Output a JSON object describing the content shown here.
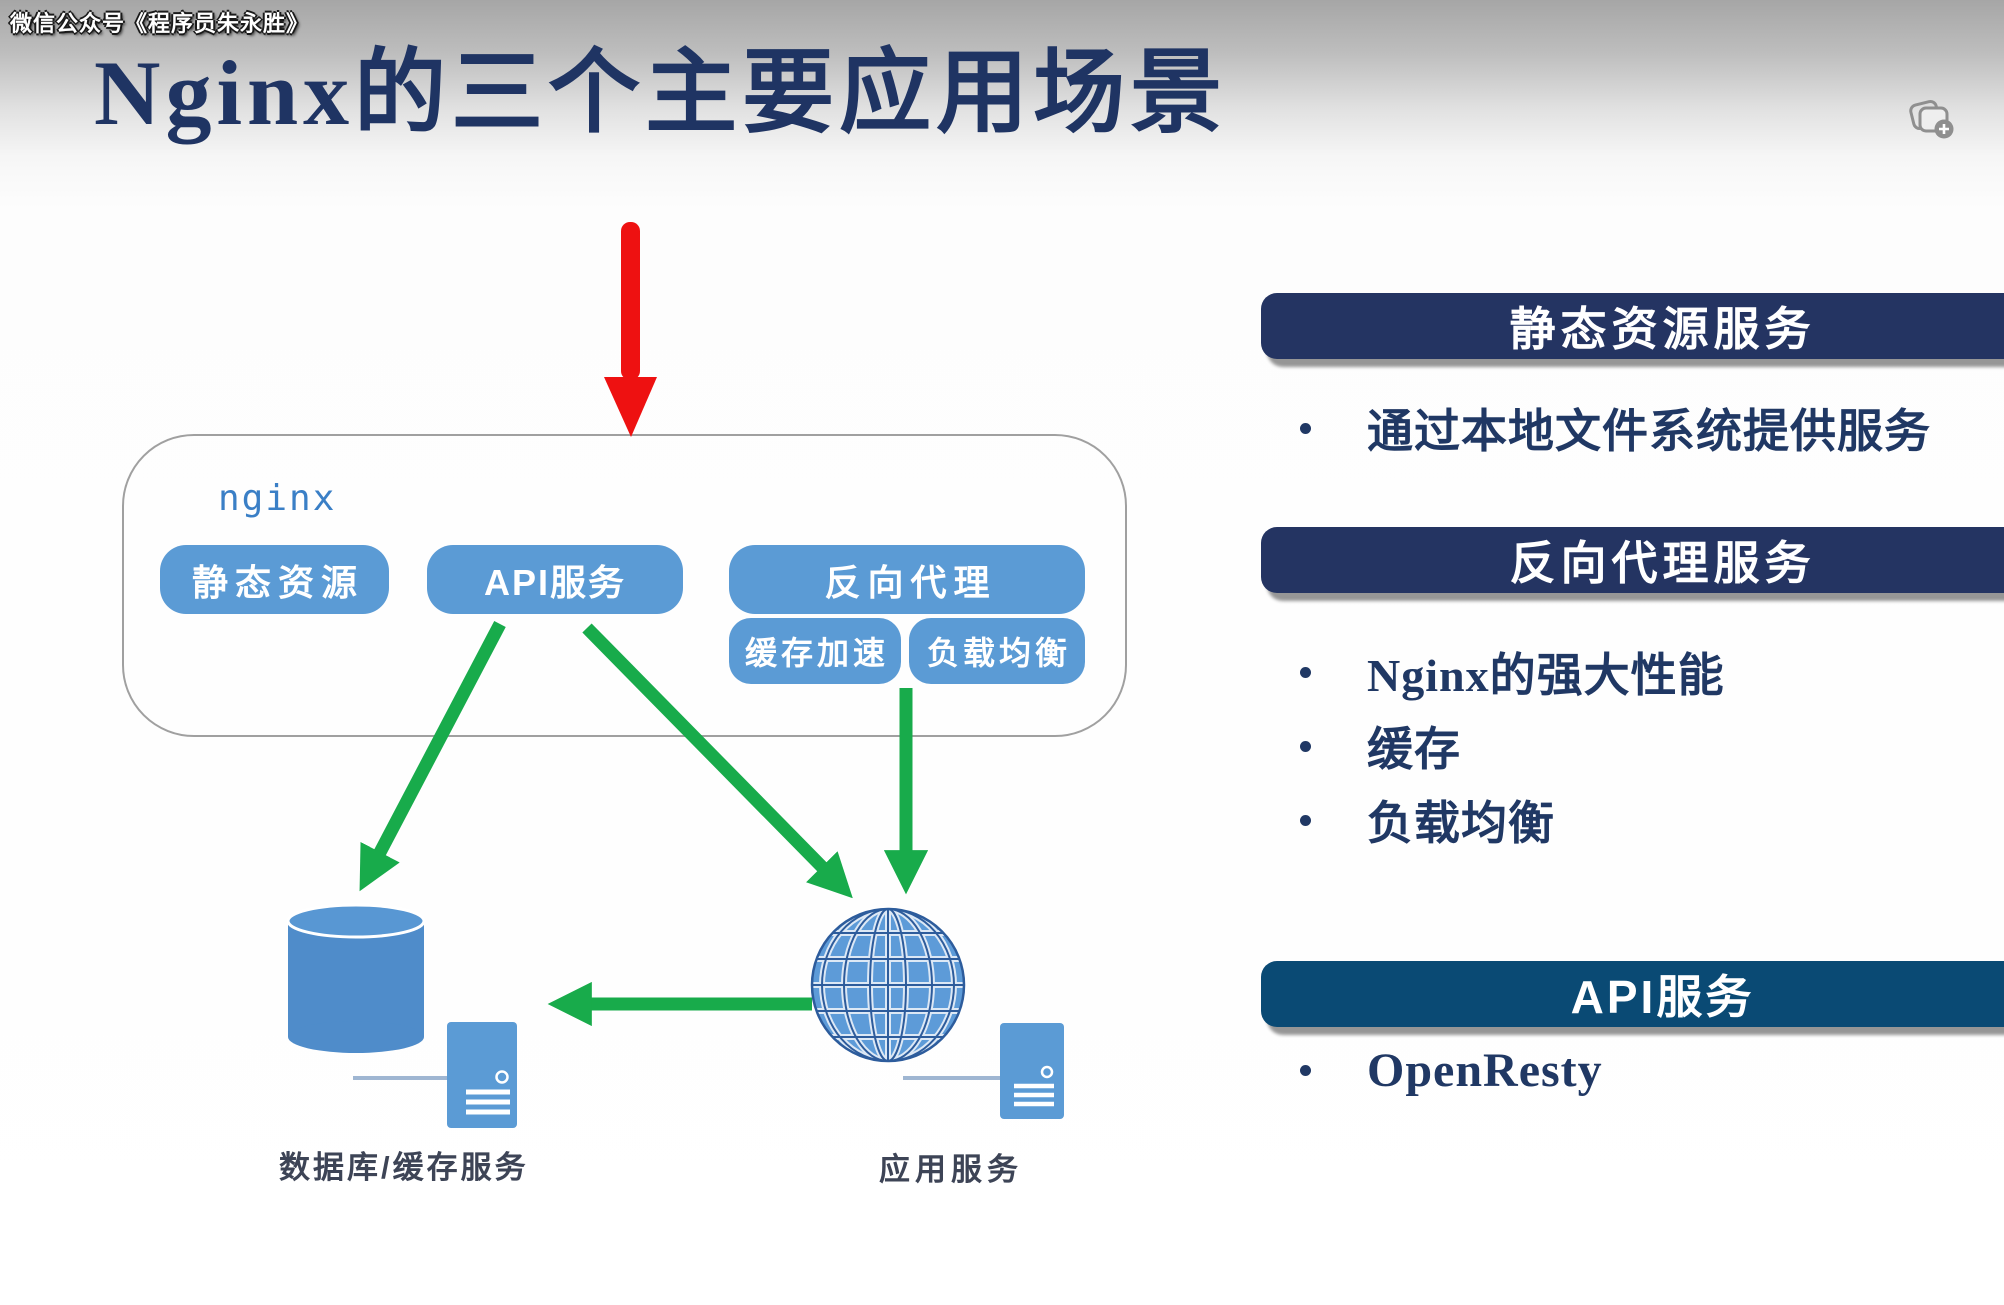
{
  "watermark": "微信公众号《程序员朱永胜》",
  "title": "Nginx的三个主要应用场景",
  "diagram": {
    "container_label": "nginx",
    "pill_static": "静态资源",
    "pill_api": "API服务",
    "pill_proxy": "反向代理",
    "pill_cache": "缓存加速",
    "pill_lb": "负载均衡",
    "db_label": "数据库/缓存服务",
    "app_label": "应用服务"
  },
  "panels": [
    {
      "heading": "静态资源服务",
      "bullets": [
        "通过本地文件系统提供服务"
      ]
    },
    {
      "heading": "反向代理服务",
      "bullets": [
        "Nginx的强大性能",
        "缓存",
        "负载均衡"
      ]
    },
    {
      "heading": "API服务",
      "bullets": [
        "OpenResty"
      ]
    }
  ],
  "colors": {
    "accent_blue": "#5b9bd5",
    "navy_banner": "#243462",
    "steel_banner": "#0a4a74",
    "arrow_green": "#18ab4b",
    "arrow_red": "#ee1111",
    "title_navy": "#1f3463"
  }
}
